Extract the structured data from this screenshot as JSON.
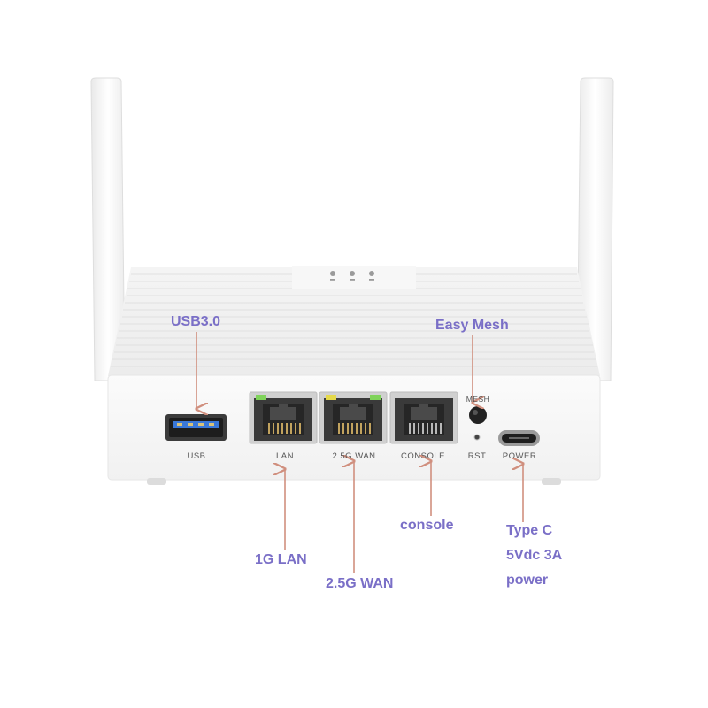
{
  "device_labels": {
    "usb": "USB",
    "lan": "LAN",
    "wan": "2.5G WAN",
    "console": "CONSOLE",
    "mesh": "MESH",
    "rst": "RST",
    "power": "POWER"
  },
  "callouts": {
    "usb3": "USB3.0",
    "easy_mesh": "Easy Mesh",
    "lan_1g": "1G LAN",
    "wan_25g": "2.5G WAN",
    "console": "console",
    "typec_line1": "Type C",
    "typec_line2": "5Vdc 3A",
    "typec_line3": "power"
  },
  "colors": {
    "callout_text": "#7a6fc7",
    "arrow": "#d08f7e",
    "usb_blue": "#3a78d8",
    "led_green": "#7fd35a",
    "led_yellow": "#e5d94a"
  }
}
